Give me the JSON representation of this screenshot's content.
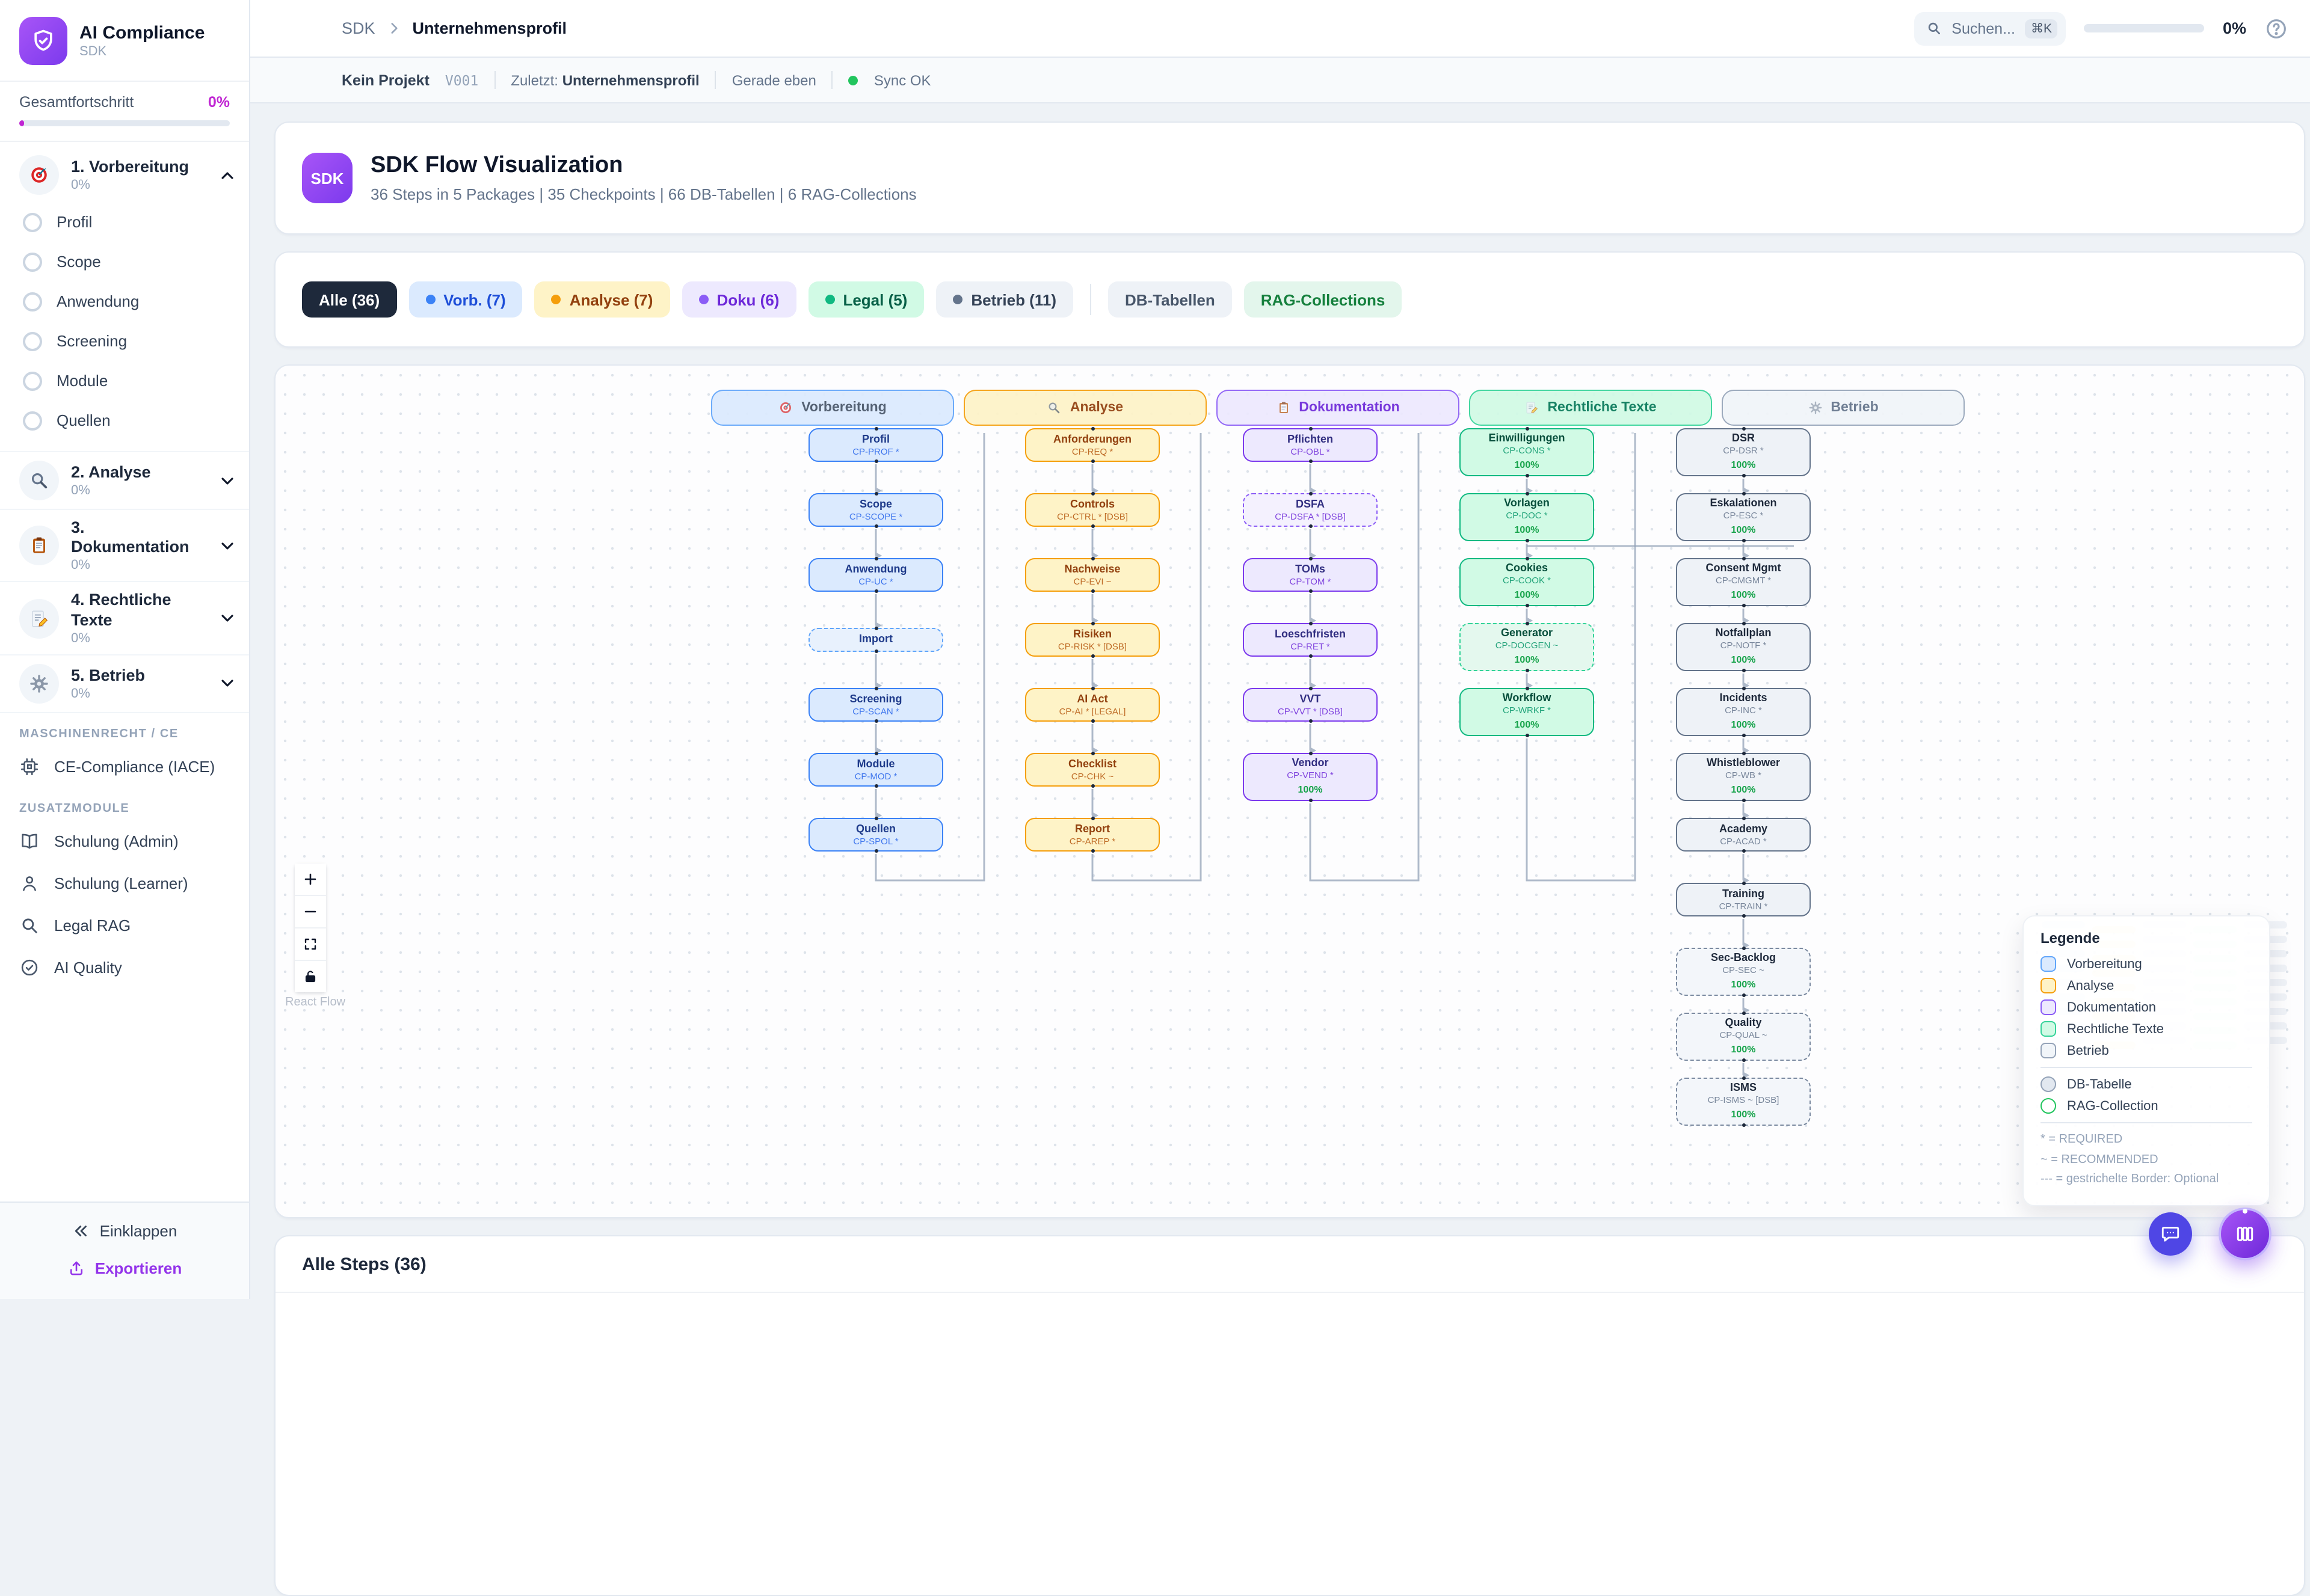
{
  "colors": {
    "accent_purple": "#7c3aed",
    "accent_fuchsia": "#c026d3",
    "sync_green": "#22c55e",
    "progress_green_bar": "#22c55e",
    "progress_green_text": "#16a34a",
    "chip_active_bg": "#1e293b"
  },
  "sidebar": {
    "app_title": "AI Compliance",
    "app_subtitle": "SDK",
    "progress_label": "Gesamtfortschritt",
    "progress_value": "0%",
    "phases": [
      {
        "label": "1. Vorbereitung",
        "pct": "0%",
        "icon": "target-icon",
        "expanded": true,
        "items": [
          "Profil",
          "Scope",
          "Anwendung",
          "Screening",
          "Module",
          "Quellen"
        ]
      },
      {
        "label": "2. Analyse",
        "pct": "0%",
        "icon": "magnifier-icon",
        "expanded": false,
        "items": []
      },
      {
        "label": "3. Dokumentation",
        "pct": "0%",
        "icon": "clipboard-icon",
        "expanded": false,
        "items": []
      },
      {
        "label": "4. Rechtliche Texte",
        "pct": "0%",
        "icon": "memo-icon",
        "expanded": false,
        "items": []
      },
      {
        "label": "5. Betrieb",
        "pct": "0%",
        "icon": "gear-icon",
        "expanded": false,
        "items": []
      }
    ],
    "section_machinery_label": "MASCHINENRECHT / CE",
    "machinery_items": [
      {
        "label": "CE-Compliance (IACE)",
        "icon": "cpu-icon"
      }
    ],
    "section_addons_label": "ZUSATZMODULE",
    "addon_items": [
      {
        "label": "Schulung (Admin)",
        "icon": "book-icon"
      },
      {
        "label": "Schulung (Learner)",
        "icon": "user-icon"
      },
      {
        "label": "Legal RAG",
        "icon": "search-icon"
      },
      {
        "label": "AI Quality",
        "icon": "check-circle-icon"
      }
    ],
    "collapse_label": "Einklappen",
    "export_label": "Exportieren"
  },
  "topbar": {
    "breadcrumb_root": "SDK",
    "breadcrumb_current": "Unternehmensprofil",
    "search_placeholder": "Suchen...",
    "search_shortcut": "⌘K",
    "progress_value": "0%"
  },
  "statusbar": {
    "project": "Kein Projekt",
    "version": "V001",
    "last_label": "Zuletzt:",
    "last_value": "Unternehmensprofil",
    "time": "Gerade eben",
    "sync": "Sync OK"
  },
  "hero": {
    "badge": "SDK",
    "title": "SDK Flow Visualization",
    "subtitle": "36 Steps in 5 Packages | 35 Checkpoints | 66 DB-Tabellen | 6 RAG-Collections"
  },
  "filters": [
    {
      "label": "Alle (36)",
      "bg": "#1e293b",
      "fg": "#ffffff",
      "dot": ""
    },
    {
      "label": "Vorb. (7)",
      "bg": "#dbeafe",
      "fg": "#1d4ed8",
      "dot": "#3b82f6"
    },
    {
      "label": "Analyse (7)",
      "bg": "#fef3c7",
      "fg": "#92400e",
      "dot": "#f59e0b"
    },
    {
      "label": "Doku (6)",
      "bg": "#ede9fe",
      "fg": "#6d28d9",
      "dot": "#8b5cf6"
    },
    {
      "label": "Legal (5)",
      "bg": "#d1fae5",
      "fg": "#065f46",
      "dot": "#10b981"
    },
    {
      "label": "Betrieb (11)",
      "bg": "#eef2f7",
      "fg": "#334155",
      "dot": "#64748b"
    },
    {
      "label": "DB-Tabellen",
      "bg": "#eef2f7",
      "fg": "#475569",
      "dot": "",
      "divided": true
    },
    {
      "label": "RAG-Collections",
      "bg": "#e3f6ec",
      "fg": "#15803d",
      "dot": ""
    }
  ],
  "flow": {
    "columns": [
      {
        "key": "vorbereitung",
        "header": "Vorbereitung",
        "icon": "target-icon",
        "c": {
          "hbg": "#dbeafe",
          "hbd": "#60a5fa",
          "htx": "#475569",
          "bg": "#dbeafe",
          "bgd": "#e8f1fd",
          "bd": "#3b82f6",
          "bdd": "#60a5fa",
          "tt": "#1e3a8a",
          "cd": "#2563eb"
        },
        "nodes": [
          {
            "title": "Profil",
            "code": "CP-PROF *",
            "row": 1
          },
          {
            "title": "Scope",
            "code": "CP-SCOPE *",
            "row": 2
          },
          {
            "title": "Anwendung",
            "code": "CP-UC *",
            "row": 3
          },
          {
            "title": "Import",
            "code": "",
            "row": 4,
            "dashed": true
          },
          {
            "title": "Screening",
            "code": "CP-SCAN *",
            "row": 5
          },
          {
            "title": "Module",
            "code": "CP-MOD *",
            "row": 6
          },
          {
            "title": "Quellen",
            "code": "CP-SPOL *",
            "row": 7
          }
        ]
      },
      {
        "key": "analyse",
        "header": "Analyse",
        "icon": "magnifier-icon",
        "c": {
          "hbg": "#fef3c7",
          "hbd": "#f59e0b",
          "htx": "#92400e",
          "bg": "#fef3c7",
          "bgd": "#fdf8e3",
          "bd": "#f59e0b",
          "bdd": "#fbbf24",
          "tt": "#92400e",
          "cd": "#b45309"
        },
        "nodes": [
          {
            "title": "Anforderungen",
            "code": "CP-REQ *",
            "row": 1
          },
          {
            "title": "Controls",
            "code": "CP-CTRL * [DSB]",
            "row": 2
          },
          {
            "title": "Nachweise",
            "code": "CP-EVI ~",
            "row": 3
          },
          {
            "title": "Risiken",
            "code": "CP-RISK * [DSB]",
            "row": 4
          },
          {
            "title": "AI Act",
            "code": "CP-AI * [LEGAL]",
            "row": 5
          },
          {
            "title": "Checklist",
            "code": "CP-CHK ~",
            "row": 6
          },
          {
            "title": "Report",
            "code": "CP-AREP *",
            "row": 7
          }
        ]
      },
      {
        "key": "dokumentation",
        "header": "Dokumentation",
        "icon": "clipboard-icon",
        "c": {
          "hbg": "#ede9fe",
          "hbd": "#8b5cf6",
          "htx": "#6d28d9",
          "bg": "#ede9fe",
          "bgd": "#f4f1fe",
          "bd": "#7c3aed",
          "bdd": "#8b5cf6",
          "tt": "#312e81",
          "cd": "#6d28d9"
        },
        "nodes": [
          {
            "title": "Pflichten",
            "code": "CP-OBL *",
            "row": 1
          },
          {
            "title": "DSFA",
            "code": "CP-DSFA * [DSB]",
            "row": 2,
            "dashed": true
          },
          {
            "title": "TOMs",
            "code": "CP-TOM *",
            "row": 3
          },
          {
            "title": "Loeschfristen",
            "code": "CP-RET *",
            "row": 4
          },
          {
            "title": "VVT",
            "code": "CP-VVT * [DSB]",
            "row": 5
          },
          {
            "title": "Vendor",
            "code": "CP-VEND *",
            "row": 6,
            "progress": "100%"
          }
        ]
      },
      {
        "key": "legal",
        "header": "Rechtliche Texte",
        "icon": "memo-icon",
        "c": {
          "hbg": "#d1fae5",
          "hbd": "#34d399",
          "htx": "#047857",
          "bg": "#d1fae5",
          "bgd": "#e4f8ee",
          "bd": "#10b981",
          "bdd": "#34d399",
          "tt": "#064e3b",
          "cd": "#059669"
        },
        "nodes": [
          {
            "title": "Einwilligungen",
            "code": "CP-CONS *",
            "row": 1,
            "progress": "100%"
          },
          {
            "title": "Vorlagen",
            "code": "CP-DOC *",
            "row": 2,
            "progress": "100%"
          },
          {
            "title": "Cookies",
            "code": "CP-COOK *",
            "row": 3,
            "progress": "100%"
          },
          {
            "title": "Generator",
            "code": "CP-DOCGEN ~",
            "row": 4,
            "progress": "100%",
            "dashed": true
          },
          {
            "title": "Workflow",
            "code": "CP-WRKF *",
            "row": 5,
            "progress": "100%"
          }
        ]
      },
      {
        "key": "betrieb",
        "header": "Betrieb",
        "icon": "gear-icon",
        "c": {
          "hbg": "#f1f5f9",
          "hbd": "#94a3b8",
          "htx": "#64748b",
          "bg": "#eef2f7",
          "bgd": "#f3f6fa",
          "bd": "#64748b",
          "bdd": "#7b8aa0",
          "tt": "#1e293b",
          "cd": "#64748b"
        },
        "nodes": [
          {
            "title": "DSR",
            "code": "CP-DSR *",
            "row": 1,
            "progress": "100%"
          },
          {
            "title": "Eskalationen",
            "code": "CP-ESC *",
            "row": 2,
            "progress": "100%"
          },
          {
            "title": "Consent Mgmt",
            "code": "CP-CMGMT *",
            "row": 3,
            "progress": "100%"
          },
          {
            "title": "Notfallplan",
            "code": "CP-NOTF *",
            "row": 4,
            "progress": "100%"
          },
          {
            "title": "Incidents",
            "code": "CP-INC *",
            "row": 5,
            "progress": "100%"
          },
          {
            "title": "Whistleblower",
            "code": "CP-WB *",
            "row": 6,
            "progress": "100%"
          },
          {
            "title": "Academy",
            "code": "CP-ACAD *",
            "row": 7
          },
          {
            "title": "Training",
            "code": "CP-TRAIN *",
            "row": 8
          },
          {
            "title": "Sec-Backlog",
            "code": "CP-SEC ~",
            "row": 9,
            "progress": "100%",
            "dashed": true
          },
          {
            "title": "Quality",
            "code": "CP-QUAL ~",
            "row": 10,
            "progress": "100%",
            "dashed": true
          },
          {
            "title": "ISMS",
            "code": "CP-ISMS ~ [DSB]",
            "row": 11,
            "progress": "100%",
            "dashed": true
          }
        ]
      }
    ],
    "legend": {
      "title": "Legende",
      "packages": [
        {
          "label": "Vorbereitung",
          "border": "#60a5fa",
          "bg": "#dbeafe"
        },
        {
          "label": "Analyse",
          "border": "#f59e0b",
          "bg": "#fef3c7"
        },
        {
          "label": "Dokumentation",
          "border": "#8b5cf6",
          "bg": "#ede9fe"
        },
        {
          "label": "Rechtliche Texte",
          "border": "#34d399",
          "bg": "#d1fae5"
        },
        {
          "label": "Betrieb",
          "border": "#94a3b8",
          "bg": "#f1f5f9"
        }
      ],
      "shapes": [
        {
          "label": "DB-Tabelle",
          "border": "#94a3b8",
          "bg": "#e2e8f0"
        },
        {
          "label": "RAG-Collection",
          "border": "#22c55e",
          "bg": "#ffffff"
        }
      ],
      "notes": [
        "* = REQUIRED",
        "~ = RECOMMENDED",
        "--- = gestrichelte Border: Optional"
      ]
    },
    "attribution": "React Flow"
  },
  "steps_panel": {
    "title": "Alle Steps (36)"
  }
}
